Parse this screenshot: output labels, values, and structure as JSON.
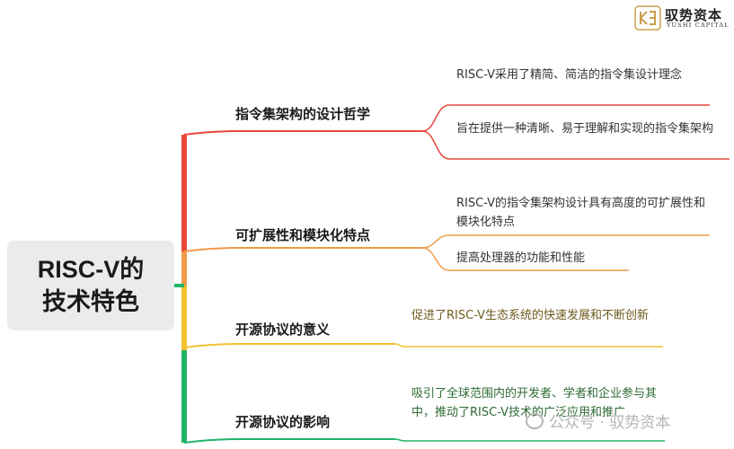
{
  "logo": {
    "name": "驭势资本",
    "sub": "YUSHI CAPITAL",
    "mark_icon": "yushi-logo-icon"
  },
  "root": {
    "line1": "RISC-V的",
    "line2": "技术特色"
  },
  "branches": [
    {
      "label": "指令集架构的设计哲学",
      "color": "#e8473c",
      "leaves": [
        "RISC-V采用了精简、简洁的指令集设计理念",
        "旨在提供一种清晰、易于理解和实现的指令集架构"
      ]
    },
    {
      "label": "可扩展性和模块化特点",
      "color": "#ef9a4a",
      "leaves": [
        "RISC-V的指令集架构设计具有高度的可扩展性和模块化特点",
        "提高处理器的功能和性能"
      ]
    },
    {
      "label": "开源协议的意义",
      "color": "#f2c230",
      "leaves": [
        "促进了RISC-V生态系统的快速发展和不断创新"
      ]
    },
    {
      "label": "开源协议的影响",
      "color": "#22b36b",
      "leaves": [
        "吸引了全球范围内的开发者、学者和企业参与其中，推动了RISC-V技术的广泛应用和推广"
      ]
    }
  ],
  "watermark": {
    "text": "公众号 · 驭势资本",
    "icon": "wechat-icon"
  }
}
